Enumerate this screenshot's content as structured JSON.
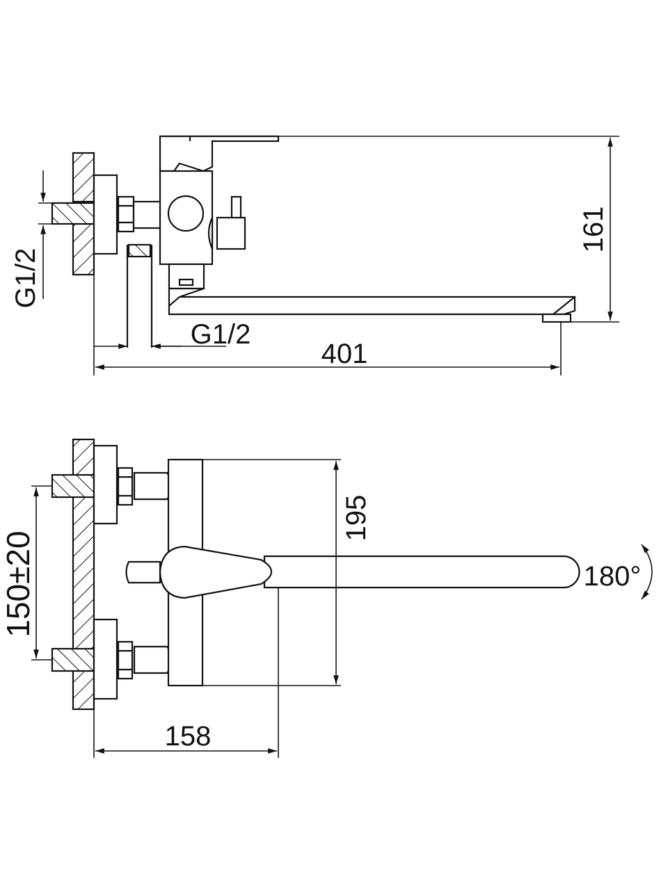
{
  "title": "Wall-mounted bath mixer dimension drawing",
  "side_view": {
    "height_label": "161",
    "length_label": "401",
    "inlet_thread_label": "G1/2",
    "diverter_thread_label": "G1/2"
  },
  "top_view": {
    "depth_label": "195",
    "centre_distance_label": "150±20",
    "projection_label": "158",
    "rotation_label": "180°"
  },
  "colors": {
    "line": "#111111",
    "background": "#ffffff"
  }
}
